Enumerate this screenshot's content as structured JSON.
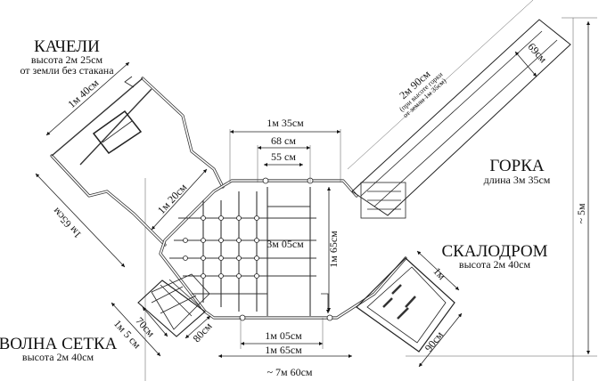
{
  "sections": {
    "swing": {
      "title": "КАЧЕЛИ",
      "height": "высота 2м 25см",
      "note": "от земли без стакана"
    },
    "slide": {
      "title": "ГОРКА",
      "length": "длина 3м 35см"
    },
    "climbing_wall": {
      "title": "СКАЛОДРОМ",
      "height": "высота 2м 40см"
    },
    "wave_net": {
      "title": "ВОЛНА СЕТКА",
      "height": "высота 2м 40см"
    }
  },
  "dimensions": {
    "swing_width": "1м 40см",
    "swing_depth": "1м 65см",
    "swing_offset": "1м 20см",
    "top_width": "1м 35см",
    "ladder_outer": "68 см",
    "ladder_inner": "55 см",
    "platform_width": "3м 05см",
    "platform_depth": "1м 65см",
    "bottom_inner": "1м 05см",
    "bottom_outer": "1м 65см",
    "total_width": "~ 7м 60см",
    "total_height": "~ 5м",
    "slide_length": "2м 90см",
    "slide_note_1": "(при высоте горки",
    "slide_note_2": "от земли 1м 35см)",
    "slide_width": "69см",
    "wall_width": "1м",
    "wall_depth": "90см",
    "net_length": "1м 5 см",
    "net_inner": "70см",
    "net_width": "80см"
  }
}
